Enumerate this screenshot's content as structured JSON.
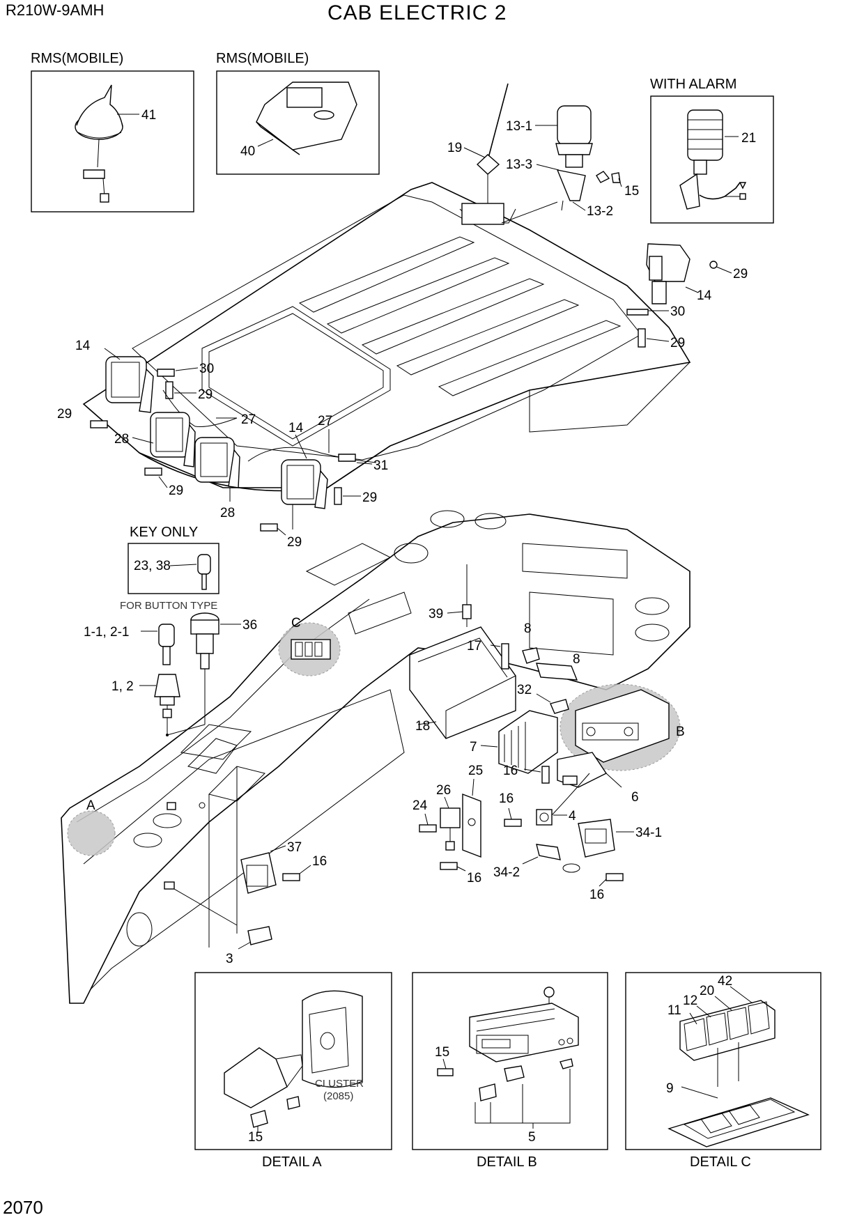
{
  "header": {
    "model": "R210W-9AMH",
    "title": "CAB ELECTRIC 2",
    "page_number": "2070"
  },
  "sections": {
    "rms_mobile_1": "RMS(MOBILE)",
    "rms_mobile_2": "RMS(MOBILE)",
    "with_alarm": "WITH ALARM",
    "key_only": "KEY ONLY",
    "for_button_type": "FOR BUTTON TYPE",
    "cluster": "CLUSTER",
    "cluster_ref": "(2085)",
    "detail_a": "DETAIL A",
    "detail_b": "DETAIL B",
    "detail_c": "DETAIL C",
    "letter_a": "A",
    "letter_b": "B",
    "letter_c": "C"
  },
  "callouts": {
    "c41": "41",
    "c40": "40",
    "c19": "19",
    "c13_1": "13-1",
    "c13_3": "13-3",
    "c15_top": "15",
    "c13_2": "13-2",
    "c21": "21",
    "c29_r1": "29",
    "c14_r": "14",
    "c30_r": "30",
    "c29_r2": "29",
    "c14_l": "14",
    "c30_l": "30",
    "c29_l1": "29",
    "c29_l2": "29",
    "c27_l": "27",
    "c28_l": "28",
    "c14_m": "14",
    "c27_m": "27",
    "c31": "31",
    "c29_m1": "29",
    "c29_m2": "29",
    "c28_m": "28",
    "c29_m3": "29",
    "c23_38": "23, 38",
    "c36": "36",
    "c1_1_2_1": "1-1, 2-1",
    "c1_2": "1, 2",
    "c39": "39",
    "c8_a": "8",
    "c17": "17",
    "c8_b": "8",
    "c32": "32",
    "c18": "18",
    "c7": "7",
    "c16_a": "16",
    "c6": "6",
    "c25": "25",
    "c26": "26",
    "c24": "24",
    "c16_b": "16",
    "c4": "4",
    "c34_1": "34-1",
    "c37": "37",
    "c16_c": "16",
    "c16_d": "16",
    "c34_2": "34-2",
    "c16_e": "16",
    "c3": "3",
    "c15_da": "15",
    "c15_db": "15",
    "c5": "5",
    "c11": "11",
    "c12": "12",
    "c20": "20",
    "c42": "42",
    "c9": "9"
  }
}
